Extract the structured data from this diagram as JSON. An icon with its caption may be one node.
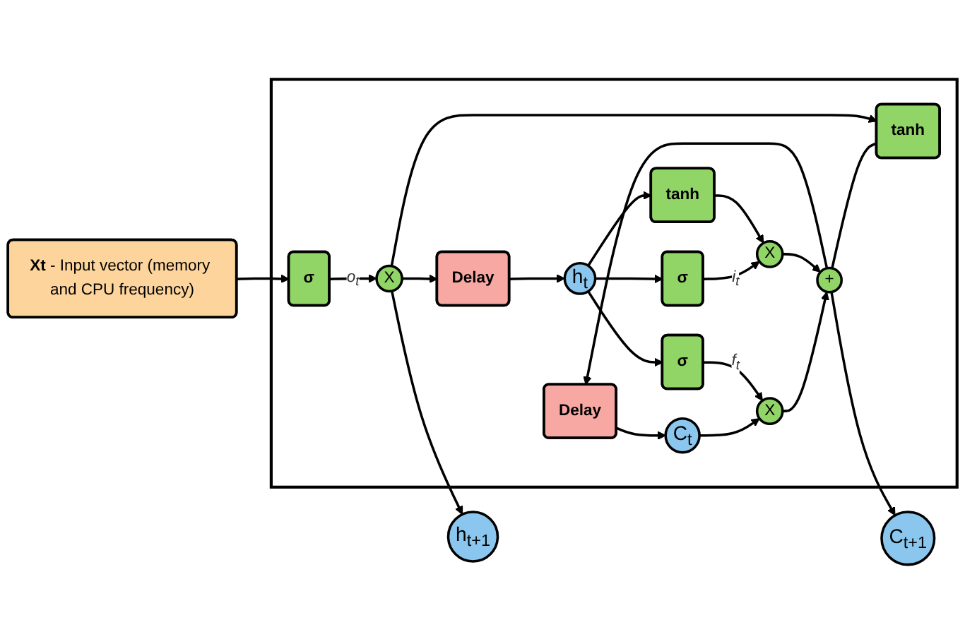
{
  "diagram": {
    "nodes": [
      {
        "text": [],
        "shape": "box"
      },
      {
        "text": [
          "Delay"
        ],
        "in": 0
      },
      {
        "text": [
          "C$_{t}$"
        ],
        "in": 0
      },
      {
        "text": [
          "X"
        ],
        "in": 0
      },
      {
        "text": [
          "+"
        ],
        "in": 0
      },
      {
        "text": [
          "X"
        ],
        "in": 0
      },
      {
        "text": [
          "tanh"
        ],
        "in": 0
      },
      {
        "text": [
          "X"
        ],
        "in": 0
      },
      {
        "text": [
          "h$_{t}$"
        ],
        "in": 0
      },
      {
        "text": [
          "σ"
        ],
        "in": 0
      },
      {
        "text": [
          "σ"
        ],
        "in": 0
      },
      {
        "text": [
          "tanh"
        ],
        "in": 0
      },
      {
        "text": [
          "σ"
        ],
        "in": 0
      },
      {
        "text": [
          "Delay"
        ],
        "in": 0
      },
      {
        "text": [
          "C$_{t+1}$"
        ]
      },
      {
        "text": [
          "h$_{t+1}$"
        ]
      },
      {
        "text": [
          "**Xt** - Input vector (memory and CPU frequency)"
        ]
      }
    ],
    "edges": [
      {
        "from": 1,
        "to": 2,
        "arrow": "to"
      },
      {
        "from": 2,
        "to": 3,
        "arrow": "to"
      },
      {
        "from": 3,
        "to": 4,
        "arrow": "to"
      },
      {
        "from": 9,
        "to": 3,
        "arrow": "to",
        "label": "f$_{t}$"
      },
      {
        "from": 10,
        "to": 5,
        "arrow": "to",
        "label": "i$_{t}$"
      },
      {
        "from": 11,
        "to": 5,
        "arrow": "to"
      },
      {
        "from": 5,
        "to": 4,
        "arrow": "to"
      },
      {
        "from": 4,
        "to": 14,
        "arrow": "to"
      },
      {
        "from": 4,
        "to": 6,
        "arrow": "none"
      },
      {
        "from": 4,
        "to": 1,
        "arrow": "to"
      },
      {
        "from": 7,
        "to": 6,
        "arrow": "to"
      },
      {
        "from": 12,
        "to": 7,
        "arrow": "to",
        "label": "o$_{t}$"
      },
      {
        "from": 7,
        "to": 15,
        "arrow": "to"
      },
      {
        "from": 7,
        "to": 13,
        "arrow": "to"
      },
      {
        "from": 13,
        "to": 8,
        "arrow": "to"
      },
      {
        "from": 8,
        "to": 9,
        "arrow": "to"
      },
      {
        "from": 8,
        "to": 10,
        "arrow": "to"
      },
      {
        "from": 8,
        "to": 11,
        "arrow": "to"
      },
      {
        "from": 16,
        "to": 12,
        "arrow": "to"
      }
    ]
  }
}
